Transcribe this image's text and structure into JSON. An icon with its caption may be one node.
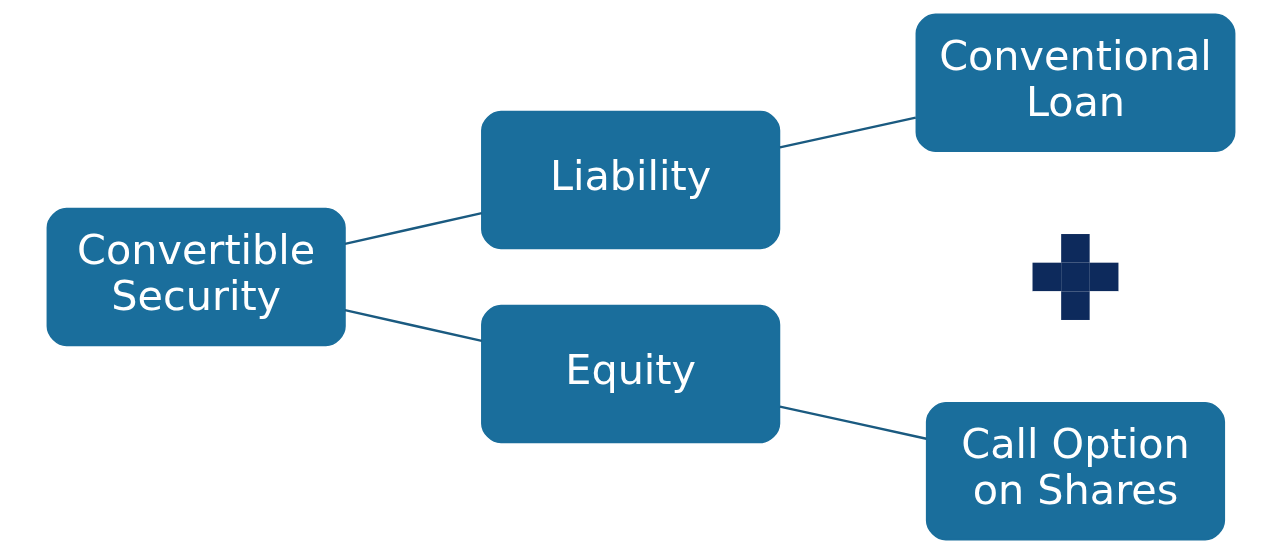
{
  "diagram": {
    "nodes": [
      {
        "text": [
          "Convertible Security"
        ]
      },
      {
        "text": [
          "Liability"
        ]
      },
      {
        "text": [
          "Equity"
        ]
      },
      {
        "text": [
          "Conventional Loan"
        ]
      },
      {
        "text": [],
        "shape": "plus"
      },
      {
        "text": [
          "Call Option on Shares"
        ]
      }
    ],
    "edges": [
      {
        "from": 0,
        "to": 1,
        "arrow": "none"
      },
      {
        "from": 0,
        "to": 2,
        "arrow": "none"
      },
      {
        "from": 1,
        "to": 3,
        "arrow": "none"
      },
      {
        "from": 2,
        "to": 5,
        "arrow": "none"
      }
    ]
  }
}
